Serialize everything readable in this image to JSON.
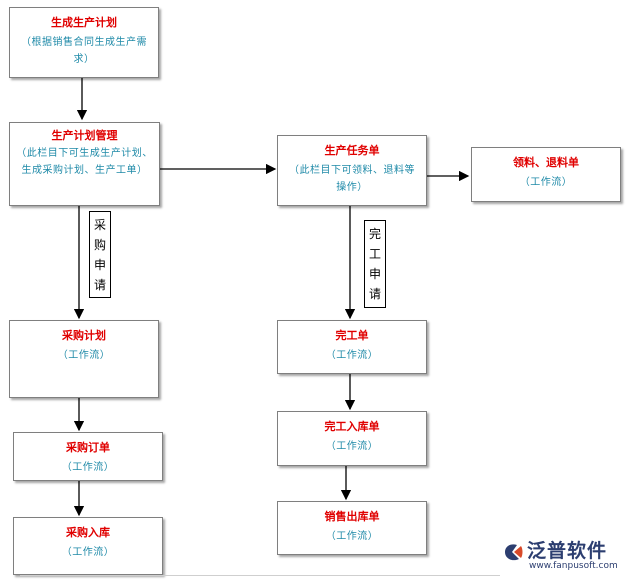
{
  "nodes": {
    "plan": {
      "title": "生成生产计划",
      "sub": "（根据销售合同生成生产需求）"
    },
    "plan_mgmt": {
      "title": "生产计划管理",
      "sub": "（此栏目下可生成生产计划、生成采购计划、生产工单）"
    },
    "task": {
      "title": "生产任务单",
      "sub": "（此栏目下可领料、退料等操作）"
    },
    "material": {
      "title": "领料、退料单",
      "sub": "（工作流）"
    },
    "purchase_plan": {
      "title": "采购计划",
      "sub": "（工作流）"
    },
    "purchase_order": {
      "title": "采购订单",
      "sub": "（工作流）"
    },
    "purchase_in": {
      "title": "采购入库",
      "sub": "（工作流）"
    },
    "completion": {
      "title": "完工单",
      "sub": "（工作流）"
    },
    "completion_in": {
      "title": "完工入库单",
      "sub": "（工作流）"
    },
    "sales_out": {
      "title": "销售出库单",
      "sub": "（工作流）"
    }
  },
  "labels": {
    "purchase_request": "采\n购\n申\n请",
    "completion_request": "完\n工\n申\n请"
  },
  "edges": [
    {
      "from": "plan",
      "to": "plan_mgmt"
    },
    {
      "from": "plan_mgmt",
      "to": "task"
    },
    {
      "from": "task",
      "to": "material"
    },
    {
      "from": "plan_mgmt",
      "to": "purchase_plan",
      "label": "purchase_request"
    },
    {
      "from": "purchase_plan",
      "to": "purchase_order"
    },
    {
      "from": "purchase_order",
      "to": "purchase_in"
    },
    {
      "from": "task",
      "to": "completion",
      "label": "completion_request"
    },
    {
      "from": "completion",
      "to": "completion_in"
    },
    {
      "from": "completion_in",
      "to": "sales_out"
    }
  ],
  "logo": {
    "name": "泛普软件",
    "url": "www.fanpusoft.com",
    "color": "#2c3e70"
  },
  "colors": {
    "title": "#e00000",
    "sub": "#1f8aa8",
    "border": "#7f7f7f",
    "arrow": "#000000"
  }
}
